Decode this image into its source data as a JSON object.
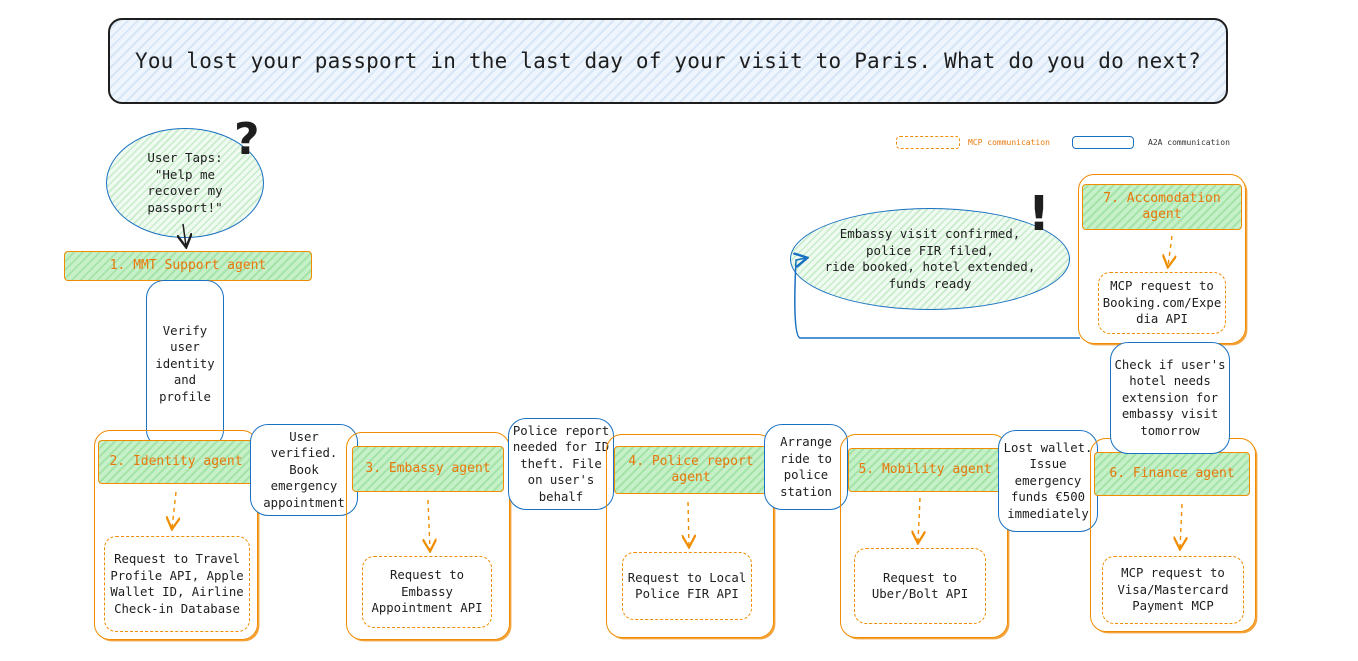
{
  "title": "You lost your passport in the last day of your visit to Paris. What do you do next?",
  "legend": {
    "mcp_label": "MCP communication",
    "a2a_label": "A2A communication",
    "mcp_color": "#f08c00",
    "a2a_color": "#1971c2"
  },
  "user_bubble": {
    "text": "User Taps:\n\"Help me\nrecover my\npassport!\"",
    "icon": "question-mark-icon"
  },
  "result_bubble": {
    "text": "Embassy visit confirmed,\npolice FIR filed,\nride booked, hotel extended,\nfunds ready",
    "icon": "exclamation-icon"
  },
  "agents": {
    "support": "1. MMT Support agent",
    "identity": "2. Identity agent",
    "embassy": "3. Embassy agent",
    "police": "4. Police report\nagent",
    "mobility": "5. Mobility agent",
    "finance": "6. Finance agent",
    "accommodation": "7. Accomodation\nagent"
  },
  "mcp_requests": {
    "identity": "Request to Travel\nProfile API, Apple\nWallet ID, Airline\nCheck-in Database",
    "embassy": "Request to\nEmbassy\nAppointment API",
    "police": "Request to Local\nPolice FIR API",
    "mobility": "Request to\nUber/Bolt API",
    "finance": "MCP request to\nVisa/Mastercard\nPayment MCP",
    "accommodation": "MCP request to\nBooking.com/Expe\ndia API"
  },
  "a2a_messages": {
    "verify": "Verify\nuser\nidentity\nand\nprofile",
    "verified": "User\nverified.\nBook\nemergency\nappointment",
    "police_needed": "Police report\nneeded for ID\ntheft. File\non user's\nbehalf",
    "ride": "Arrange\nride to\npolice\nstation",
    "wallet": "Lost wallet.\nIssue\nemergency\nfunds €500\nimmediately",
    "hotel": "Check if user's\nhotel needs\nextension for\nembassy visit\ntomorrow"
  }
}
